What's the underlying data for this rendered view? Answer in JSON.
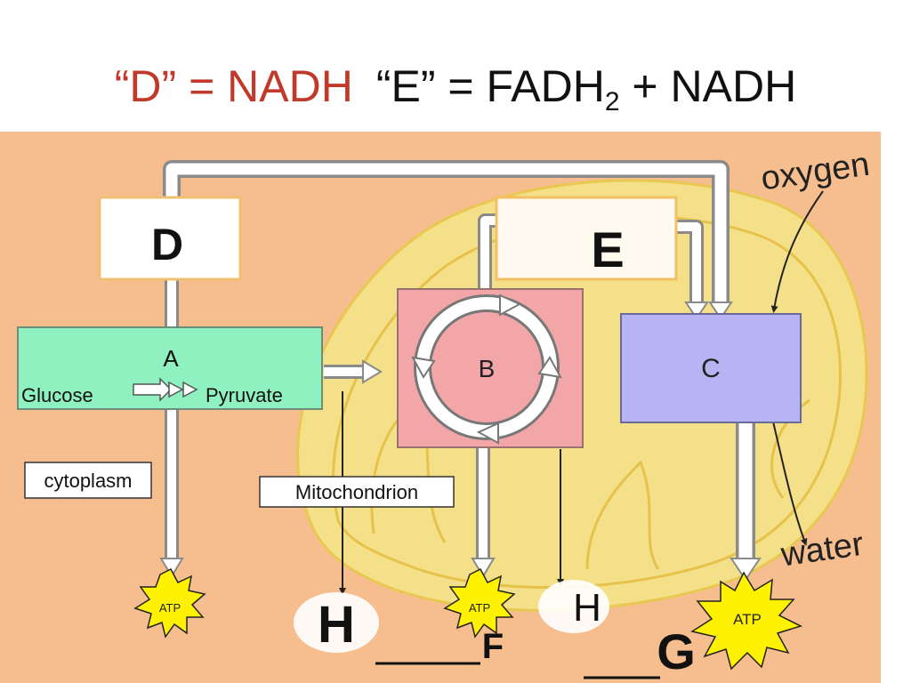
{
  "title": {
    "part1": "“D” = NADH",
    "part2_main": "“E” = FADH",
    "part2_sub": "2",
    "part2_rest": " + NADH"
  },
  "diagram": {
    "box_a_letter": "A",
    "glucose": "Glucose",
    "pyruvate": "Pyruvate",
    "box_b_letter": "B",
    "box_c_letter": "C",
    "box_d_letter": "D",
    "box_e_letter": "E",
    "cytoplasm": "cytoplasm",
    "mitochondrion": "Mitochondrion",
    "oxygen": "oxygen",
    "water": "water",
    "atp": "ATP",
    "h_left": "H",
    "h_right": "H",
    "f_label": "F",
    "g_label": "G"
  },
  "colors": {
    "background": "#f6be8e",
    "mitochondrion": "#f5e08a",
    "box_a": "#8ff0c0",
    "box_b": "#f2a6a8",
    "box_c": "#b6b4f2",
    "title_red": "#c0392b",
    "atp_star": "#fff200"
  }
}
